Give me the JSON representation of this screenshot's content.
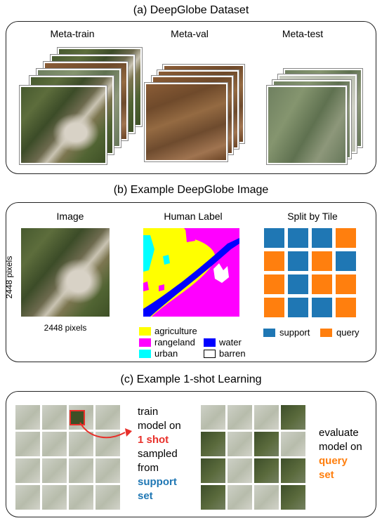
{
  "sections": {
    "a_title": "(a)  DeepGlobe Dataset",
    "b_title": "(b)  Example DeepGlobe Image",
    "c_title": "(c)  Example 1-shot Learning"
  },
  "dataset": {
    "meta_train": "Meta-train",
    "meta_val": "Meta-val",
    "meta_test": "Meta-test"
  },
  "example": {
    "image_label": "Image",
    "human_label": "Human Label",
    "split_label": "Split by Tile",
    "width_px": "2448 pixels",
    "height_px": "2448 pixels",
    "legend": {
      "agriculture": "agriculture",
      "rangeland": "rangeland",
      "urban": "urban",
      "water": "water",
      "barren": "barren"
    },
    "split_legend": {
      "support": "support",
      "query": "query"
    },
    "split_grid": [
      [
        "support",
        "support",
        "support",
        "query"
      ],
      [
        "query",
        "support",
        "query",
        "support"
      ],
      [
        "query",
        "support",
        "query",
        "query"
      ],
      [
        "query",
        "support",
        "support",
        "query"
      ]
    ]
  },
  "learning": {
    "train_lines": [
      "train",
      "model on"
    ],
    "shot": "1 shot",
    "sampled_lines": [
      "sampled",
      "from"
    ],
    "support_lines": [
      "support",
      "set"
    ],
    "eval_lines": [
      "evaluate",
      "model on"
    ],
    "query_lines": [
      "query",
      "set"
    ],
    "query_pattern": [
      [
        "light",
        "light",
        "light",
        "dark"
      ],
      [
        "dark",
        "light",
        "dark",
        "light"
      ],
      [
        "dark",
        "light",
        "dark",
        "dark"
      ],
      [
        "dark",
        "light",
        "light",
        "dark"
      ]
    ]
  },
  "colors": {
    "support": "#1f77b4",
    "query": "#ff7f0e",
    "shot": "#e8302a",
    "agriculture": "#ffff00",
    "rangeland": "#ff00ff",
    "urban": "#00ffff",
    "water": "#0000ff",
    "barren": "#ffffff"
  }
}
